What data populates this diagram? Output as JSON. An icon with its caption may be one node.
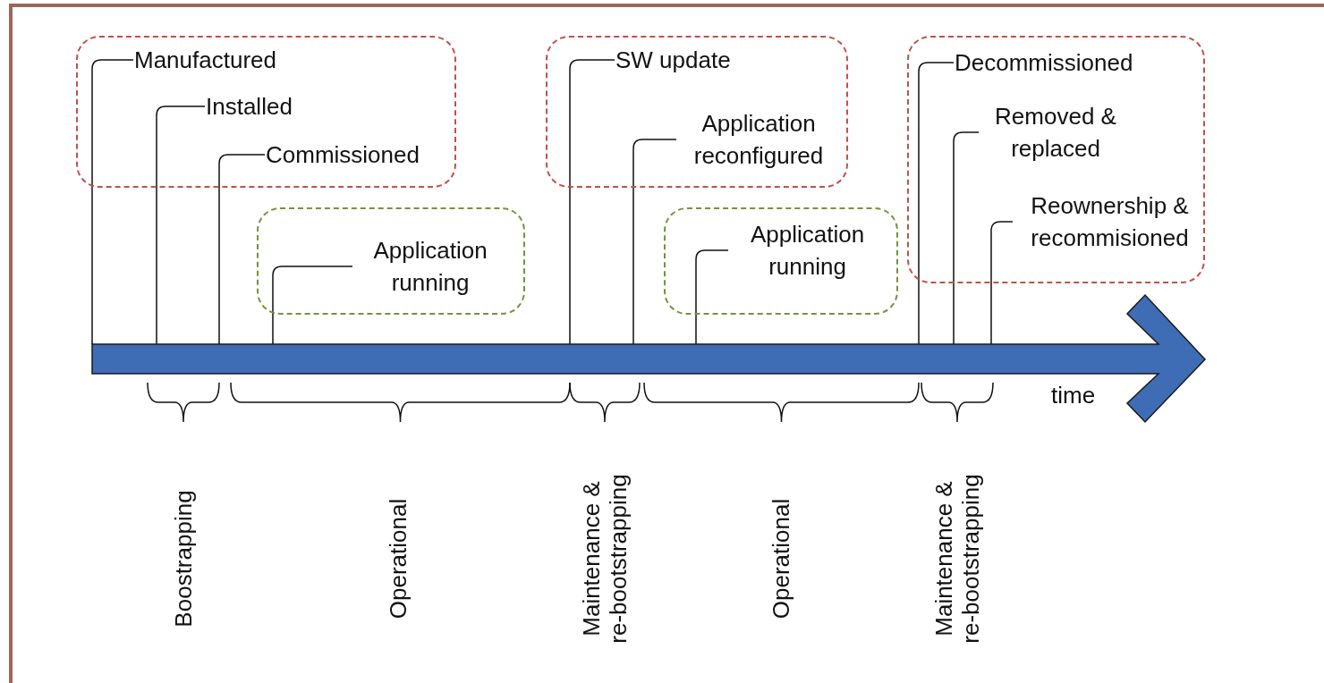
{
  "diagram": {
    "nodes": [
      {
        "text": [],
        "shape": "box"
      },
      {
        "text": [
          "Manufactured"
        ],
        "in": 0
      },
      {
        "text": [
          "Installed"
        ],
        "in": 0
      },
      {
        "text": [
          "Commissioned"
        ],
        "in": 0
      },
      {
        "text": [],
        "shape": "box"
      },
      {
        "text": [
          "Application running"
        ],
        "in": 4
      },
      {
        "text": [],
        "shape": "box"
      },
      {
        "text": [
          "SW update"
        ],
        "in": 6
      },
      {
        "text": [
          "Application reconfigured"
        ],
        "in": 6
      },
      {
        "text": [],
        "shape": "box"
      },
      {
        "text": [
          "Application running"
        ],
        "in": 9
      },
      {
        "text": [],
        "shape": "box"
      },
      {
        "text": [
          "Decommissioned"
        ],
        "in": 11
      },
      {
        "text": [
          "Removed & replaced"
        ],
        "in": 11
      },
      {
        "text": [
          "Reownership & recommisioned"
        ],
        "in": 11
      },
      {
        "text": [],
        "shape": "arrow",
        "beside": [
          "time"
        ]
      }
    ],
    "edges": [
      {
        "from": 1,
        "to": 15,
        "arrow": "none"
      },
      {
        "from": 2,
        "to": 15,
        "arrow": "none"
      },
      {
        "from": 3,
        "to": 15,
        "arrow": "none"
      },
      {
        "from": 5,
        "to": 15,
        "arrow": "none"
      },
      {
        "from": 7,
        "to": 15,
        "arrow": "none"
      },
      {
        "from": 8,
        "to": 15,
        "arrow": "none"
      },
      {
        "from": 10,
        "to": 15,
        "arrow": "none"
      },
      {
        "from": 12,
        "to": 15,
        "arrow": "none"
      },
      {
        "from": 13,
        "to": 15,
        "arrow": "none"
      },
      {
        "from": 14,
        "to": 15,
        "arrow": "none"
      }
    ],
    "labels": [
      "Boostrapping",
      "Operational",
      "Maintenance & re-bootstrapping",
      "Operational",
      "Maintenance & re-bootstrapping"
    ]
  }
}
